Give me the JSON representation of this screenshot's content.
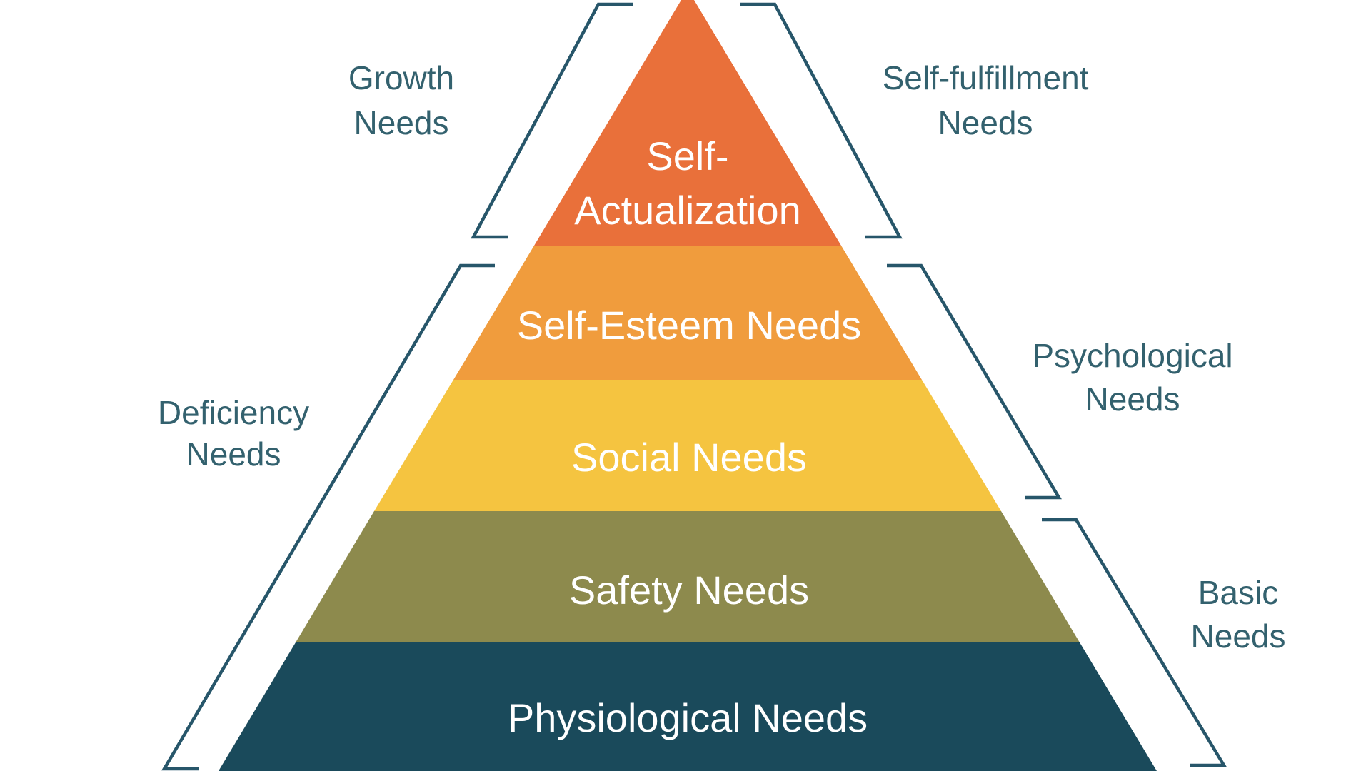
{
  "background_color": "#FFFFFF",
  "pyramid": {
    "levels": [
      {
        "name": "self-actualization",
        "label": "Self-Actualization",
        "lines": [
          "Self-",
          "Actualization"
        ],
        "color": "#E9703A",
        "text_color": "#FFFFFF"
      },
      {
        "name": "self-esteem",
        "label": "Self-Esteem Needs",
        "lines": [
          "Self-Esteem Needs"
        ],
        "color": "#F09C3D",
        "text_color": "#FFFFFF"
      },
      {
        "name": "social",
        "label": "Social Needs",
        "lines": [
          "Social Needs"
        ],
        "color": "#F5C440",
        "text_color": "#FFFFFF"
      },
      {
        "name": "safety",
        "label": "Safety Needs",
        "lines": [
          "Safety Needs"
        ],
        "color": "#8D8A4D",
        "text_color": "#FFFFFF"
      },
      {
        "name": "physiological",
        "label": "Physiological Needs",
        "lines": [
          "Physiological Needs"
        ],
        "color": "#1A4A5B",
        "text_color": "#FFFFFF"
      }
    ]
  },
  "side_labels": {
    "growth": {
      "lines": [
        "Growth",
        "Needs"
      ],
      "side": "left"
    },
    "self_fulfillment": {
      "lines": [
        "Self-fulfillment",
        "Needs"
      ],
      "side": "right"
    },
    "deficiency": {
      "lines": [
        "Deficiency",
        "Needs"
      ],
      "side": "left"
    },
    "psychological": {
      "lines": [
        "Psychological",
        "Needs"
      ],
      "side": "right"
    },
    "basic": {
      "lines": [
        "Basic",
        "Needs"
      ],
      "side": "right"
    }
  },
  "style": {
    "bracket_color": "#27566A",
    "side_label_color": "#33616E"
  }
}
